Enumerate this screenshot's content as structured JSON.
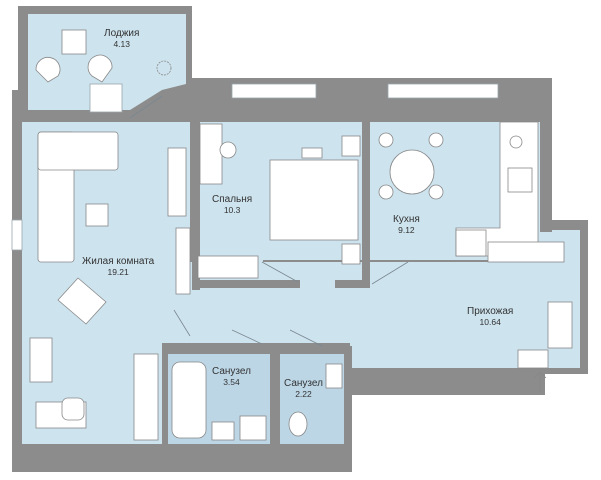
{
  "rooms": [
    {
      "name": "Лоджия",
      "area": "4.13"
    },
    {
      "name": "Жилая комната",
      "area": "19.21"
    },
    {
      "name": "Спальня",
      "area": "10.3"
    },
    {
      "name": "Кухня",
      "area": "9.12"
    },
    {
      "name": "Прихожая",
      "area": "10.64"
    },
    {
      "name": "Санузел",
      "area": "3.54"
    },
    {
      "name": "Санузел",
      "area": "2.22"
    }
  ],
  "colors": {
    "wall": "#8c8c8c",
    "floor": "#cde3ee",
    "tile": "#bcd6e6",
    "furniture": "#ffffff",
    "outline": "#9aa5ad",
    "window": "#ffffff"
  },
  "icons": [
    "armchair-icon",
    "sofa-icon",
    "bed-icon",
    "dining-table-icon",
    "stove-icon",
    "sink-icon",
    "bathtub-icon",
    "toilet-icon",
    "washing-machine-icon",
    "wardrobe-icon",
    "plant-icon",
    "desk-icon",
    "entrance-arrow-icon"
  ]
}
